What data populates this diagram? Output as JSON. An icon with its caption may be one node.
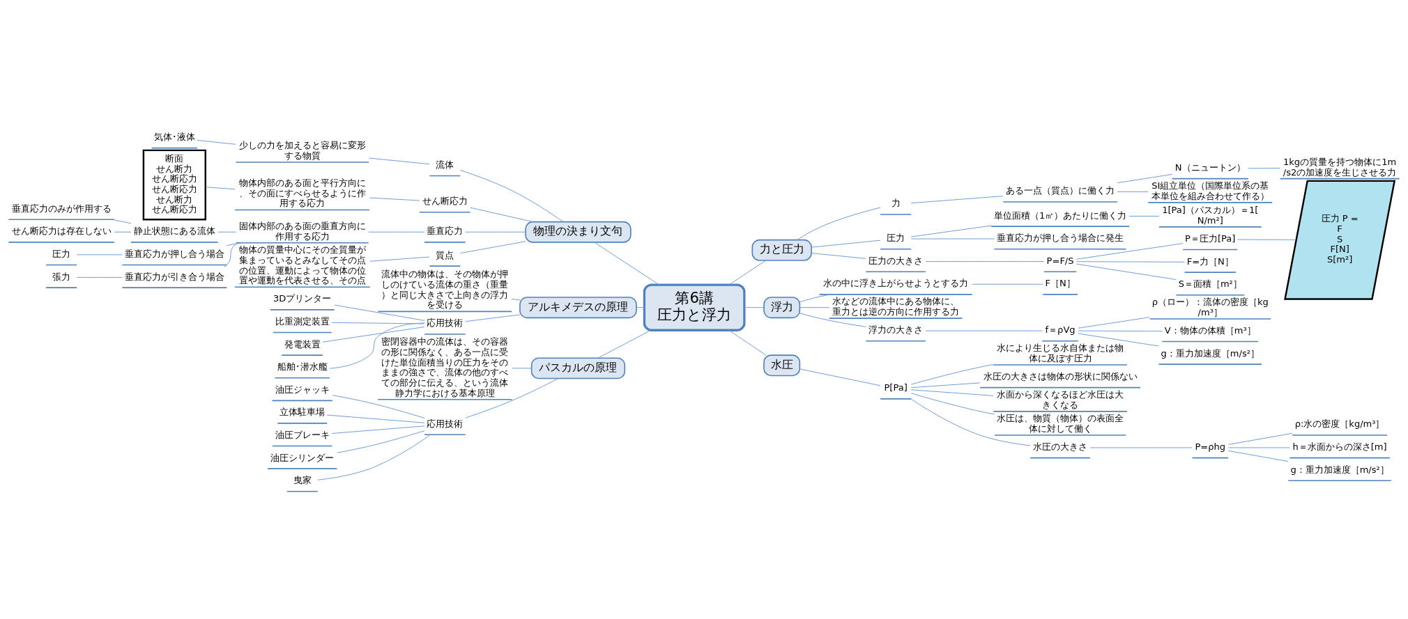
{
  "diagram": {
    "nodes": [
      {
        "text": [
          "第6講",
          "圧力と浮力"
        ]
      },
      {
        "text": [
          "物理の決まり文句"
        ]
      },
      {
        "text": [
          "流体"
        ]
      },
      {
        "text": [
          "少しの力を加えると容易に変形する物質"
        ]
      },
      {
        "text": [
          "気体･液体"
        ]
      },
      {
        "text": [
          "せん断応力"
        ]
      },
      {
        "text": [
          "物体内部のある面と平行方向に、その面にすべらせるように作用する応力"
        ]
      },
      {
        "text": [
          "断面",
          "せん断力",
          "せん断応力",
          "せん断応力",
          "せん断力",
          "せん断応力"
        ]
      },
      {
        "text": [
          "垂直応力"
        ]
      },
      {
        "text": [
          "固体内部のある面の垂直方向に作用する応力"
        ]
      },
      {
        "text": [
          "静止状態にある流体"
        ]
      },
      {
        "text": [
          "垂直応力のみが作用する"
        ]
      },
      {
        "text": [
          "せん断応力は存在しない"
        ]
      },
      {
        "text": [
          "垂直応力が押し合う場合"
        ]
      },
      {
        "text": [
          "圧力"
        ]
      },
      {
        "text": [
          "垂直応力が引き合う場合"
        ]
      },
      {
        "text": [
          "張力"
        ]
      },
      {
        "text": [
          "質点"
        ]
      },
      {
        "text": [
          "物体の質量中心にその全質量が集まっているとみなしてその点の位置、運動によって物体の位置や運動を代表させる、その点"
        ]
      },
      {
        "text": [
          "アルキメデスの原理"
        ]
      },
      {
        "text": [
          "流体中の物体は、その物体が押しのけている流体の重さ（重量）と同じ大きさで上向きの浮力を受ける"
        ]
      },
      {
        "text": [
          "応用技術"
        ]
      },
      {
        "text": [
          "3Dプリンター"
        ]
      },
      {
        "text": [
          "比重測定装置"
        ]
      },
      {
        "text": [
          "発電装置"
        ]
      },
      {
        "text": [
          "船舶･潜水艦"
        ]
      },
      {
        "text": [
          "パスカルの原理"
        ]
      },
      {
        "text": [
          "密閉容器中の流体は、その容器の形に関係なく、ある一点に受けた単位面積当りの圧力をそのままの強さで、流体の他のすべての部分に伝える、という流体静力学における基本原理"
        ]
      },
      {
        "text": [
          "応用技術"
        ]
      },
      {
        "text": [
          "油圧ジャッキ"
        ]
      },
      {
        "text": [
          "立体駐車場"
        ]
      },
      {
        "text": [
          "油圧ブレーキ"
        ]
      },
      {
        "text": [
          "油圧シリンダー"
        ]
      },
      {
        "text": [
          "曳家"
        ]
      },
      {
        "text": [
          "力と圧力"
        ]
      },
      {
        "text": [
          "力"
        ]
      },
      {
        "text": [
          "ある一点（質点）に働く力"
        ]
      },
      {
        "text": [
          "N（ニュートン）"
        ]
      },
      {
        "text": [
          "1kgの質量を持つ物体に1m/s2の加速度を生じさせる力"
        ]
      },
      {
        "text": [
          "SI組立単位（国際単位系の基本単位を組み合わせて作る）"
        ]
      },
      {
        "text": [
          "圧力"
        ]
      },
      {
        "text": [
          "単位面積（1㎡）あたりに働く力"
        ]
      },
      {
        "text": [
          "1[Pa]（パスカル）＝1[N/m²]"
        ]
      },
      {
        "text": [
          "垂直応力が押し合う場合に発生"
        ]
      },
      {
        "text": [
          "圧力の大きさ"
        ]
      },
      {
        "text": [
          "P=F/S"
        ]
      },
      {
        "text": [
          "P＝圧力[Pa]"
        ]
      },
      {
        "text": [
          "圧力 P =",
          "F",
          "S",
          "F[N]",
          "S[m²]"
        ]
      },
      {
        "text": [
          "F=力［N］"
        ]
      },
      {
        "text": [
          "S＝面積［m²］"
        ]
      },
      {
        "text": [
          "浮力"
        ]
      },
      {
        "text": [
          "水の中に浮き上がらせようとする力"
        ]
      },
      {
        "text": [
          "F［N］"
        ]
      },
      {
        "text": [
          "水などの流体中にある物体に、重力とは逆の方向に作用する力"
        ]
      },
      {
        "text": [
          "浮力の大きさ"
        ]
      },
      {
        "text": [
          "f＝ρVg"
        ]
      },
      {
        "text": [
          "ρ（ロー）：流体の密度［kg/m³］"
        ]
      },
      {
        "text": [
          "V：物体の体積［m³］"
        ]
      },
      {
        "text": [
          "g：重力加速度［m/s²］"
        ]
      },
      {
        "text": [
          "水圧"
        ]
      },
      {
        "text": [
          "P[Pa]"
        ]
      },
      {
        "text": [
          "水により生じる水自体または物体に及ぼす圧力"
        ]
      },
      {
        "text": [
          "水圧の大きさは物体の形状に関係ない"
        ]
      },
      {
        "text": [
          "水面から深くなるほど水圧は大きくなる"
        ]
      },
      {
        "text": [
          "水圧は、物質（物体）の表面全体に対して働く"
        ]
      },
      {
        "text": [
          "水圧の大きさ"
        ]
      },
      {
        "text": [
          "P=ρhg"
        ]
      },
      {
        "text": [
          "ρ:水の密度［kg/m³］"
        ]
      },
      {
        "text": [
          "h＝水面からの深さ[m]"
        ]
      },
      {
        "text": [
          "g：重力加速度［m/s²］"
        ]
      }
    ],
    "edges": [
      {
        "from": 0,
        "to": 1,
        "arrow": "none"
      },
      {
        "from": 1,
        "to": 2,
        "arrow": "none"
      },
      {
        "from": 2,
        "to": 3,
        "arrow": "none"
      },
      {
        "from": 3,
        "to": 4,
        "arrow": "none"
      },
      {
        "from": 1,
        "to": 5,
        "arrow": "none"
      },
      {
        "from": 5,
        "to": 6,
        "arrow": "none"
      },
      {
        "from": 6,
        "to": 7,
        "arrow": "none"
      },
      {
        "from": 1,
        "to": 8,
        "arrow": "none"
      },
      {
        "from": 8,
        "to": 9,
        "arrow": "none"
      },
      {
        "from": 9,
        "to": 10,
        "arrow": "none"
      },
      {
        "from": 10,
        "to": 11,
        "arrow": "none"
      },
      {
        "from": 10,
        "to": 12,
        "arrow": "none"
      },
      {
        "from": 9,
        "to": 13,
        "arrow": "none"
      },
      {
        "from": 13,
        "to": 14,
        "arrow": "none"
      },
      {
        "from": 9,
        "to": 15,
        "arrow": "none"
      },
      {
        "from": 15,
        "to": 16,
        "arrow": "none"
      },
      {
        "from": 1,
        "to": 17,
        "arrow": "none"
      },
      {
        "from": 17,
        "to": 18,
        "arrow": "none"
      },
      {
        "from": 0,
        "to": 19,
        "arrow": "none"
      },
      {
        "from": 19,
        "to": 20,
        "arrow": "none"
      },
      {
        "from": 19,
        "to": 21,
        "arrow": "none"
      },
      {
        "from": 21,
        "to": 22,
        "arrow": "none"
      },
      {
        "from": 21,
        "to": 23,
        "arrow": "none"
      },
      {
        "from": 21,
        "to": 24,
        "arrow": "none"
      },
      {
        "from": 21,
        "to": 25,
        "arrow": "none"
      },
      {
        "from": 0,
        "to": 26,
        "arrow": "none"
      },
      {
        "from": 26,
        "to": 27,
        "arrow": "none"
      },
      {
        "from": 26,
        "to": 28,
        "arrow": "none"
      },
      {
        "from": 28,
        "to": 29,
        "arrow": "none"
      },
      {
        "from": 28,
        "to": 30,
        "arrow": "none"
      },
      {
        "from": 28,
        "to": 31,
        "arrow": "none"
      },
      {
        "from": 28,
        "to": 32,
        "arrow": "none"
      },
      {
        "from": 28,
        "to": 33,
        "arrow": "none"
      },
      {
        "from": 0,
        "to": 34,
        "arrow": "none"
      },
      {
        "from": 34,
        "to": 35,
        "arrow": "none"
      },
      {
        "from": 35,
        "to": 36,
        "arrow": "none"
      },
      {
        "from": 36,
        "to": 37,
        "arrow": "none"
      },
      {
        "from": 37,
        "to": 38,
        "arrow": "none"
      },
      {
        "from": 36,
        "to": 39,
        "arrow": "none"
      },
      {
        "from": 34,
        "to": 40,
        "arrow": "none"
      },
      {
        "from": 40,
        "to": 41,
        "arrow": "none"
      },
      {
        "from": 41,
        "to": 42,
        "arrow": "none"
      },
      {
        "from": 40,
        "to": 43,
        "arrow": "none"
      },
      {
        "from": 34,
        "to": 44,
        "arrow": "none"
      },
      {
        "from": 44,
        "to": 45,
        "arrow": "none"
      },
      {
        "from": 45,
        "to": 46,
        "arrow": "none"
      },
      {
        "from": 46,
        "to": 47,
        "arrow": "none"
      },
      {
        "from": 45,
        "to": 48,
        "arrow": "none"
      },
      {
        "from": 45,
        "to": 49,
        "arrow": "none"
      },
      {
        "from": 0,
        "to": 50,
        "arrow": "none"
      },
      {
        "from": 50,
        "to": 51,
        "arrow": "none"
      },
      {
        "from": 51,
        "to": 52,
        "arrow": "none"
      },
      {
        "from": 50,
        "to": 53,
        "arrow": "none"
      },
      {
        "from": 50,
        "to": 54,
        "arrow": "none"
      },
      {
        "from": 54,
        "to": 55,
        "arrow": "none"
      },
      {
        "from": 55,
        "to": 56,
        "arrow": "none"
      },
      {
        "from": 55,
        "to": 57,
        "arrow": "none"
      },
      {
        "from": 55,
        "to": 58,
        "arrow": "none"
      },
      {
        "from": 0,
        "to": 59,
        "arrow": "none"
      },
      {
        "from": 59,
        "to": 60,
        "arrow": "none"
      },
      {
        "from": 60,
        "to": 61,
        "arrow": "none"
      },
      {
        "from": 60,
        "to": 62,
        "arrow": "none"
      },
      {
        "from": 60,
        "to": 63,
        "arrow": "none"
      },
      {
        "from": 60,
        "to": 64,
        "arrow": "none"
      },
      {
        "from": 60,
        "to": 65,
        "arrow": "none"
      },
      {
        "from": 65,
        "to": 66,
        "arrow": "none"
      },
      {
        "from": 66,
        "to": 67,
        "arrow": "none"
      },
      {
        "from": 66,
        "to": 68,
        "arrow": "none"
      },
      {
        "from": 66,
        "to": 69,
        "arrow": "none"
      }
    ]
  }
}
